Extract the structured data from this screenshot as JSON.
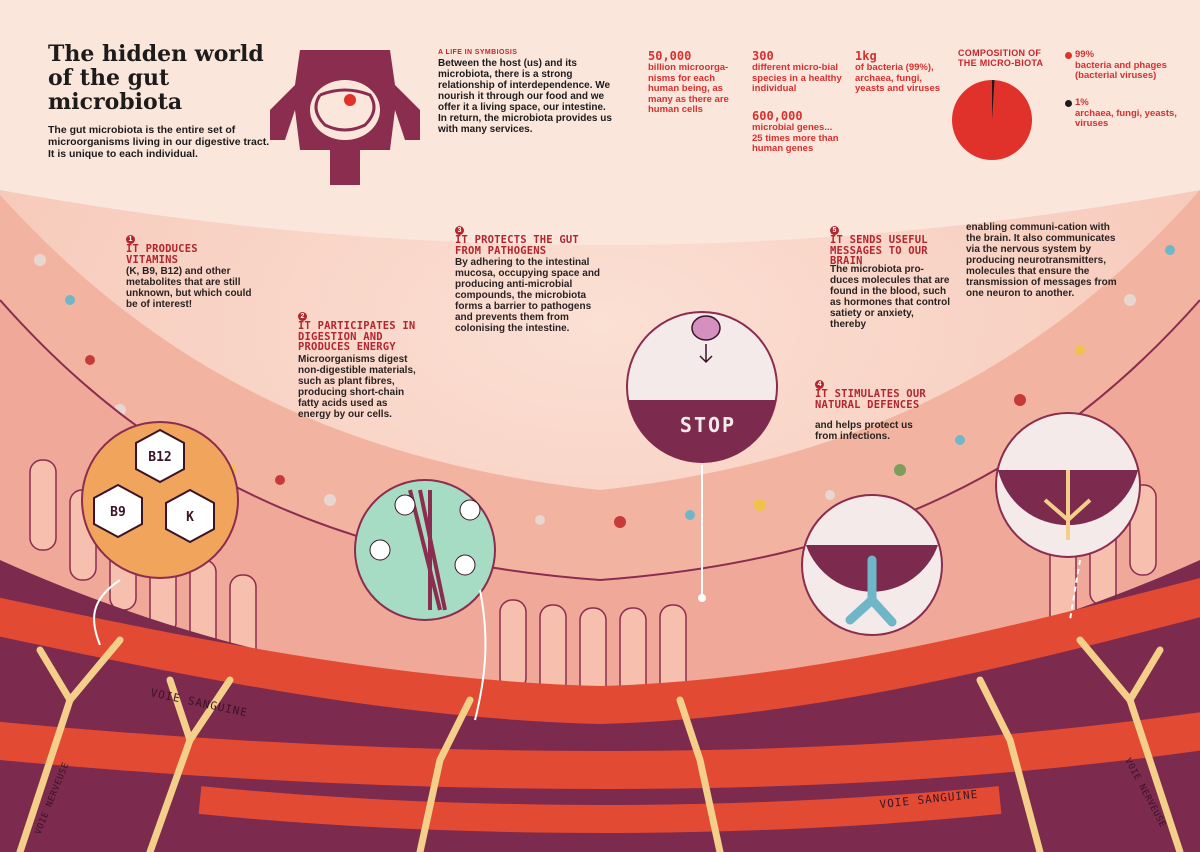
{
  "header": {
    "title": "The hidden world of the gut microbiota",
    "intro": "The gut microbiota is the entire set of microorganisms living in our digestive tract. It is unique to each individual."
  },
  "symbiosis": {
    "label": "A LIFE IN SYMBIOSIS",
    "text": "Between the host (us) and its microbiota, there is a strong relationship of interdependence. We nourish it through our food and we offer it a living space, our intestine. In return, the microbiota provides us with many services."
  },
  "stats": [
    {
      "value": "50,000",
      "text": "billion microorga-nisms for each human being, as many as there are human cells"
    },
    {
      "value": "300",
      "text": "different micro-bial species in a healthy individual"
    },
    {
      "value": "1kg",
      "text": "of bacteria (99%), archaea, fungi, yeasts and viruses"
    },
    {
      "value": "600,000",
      "text": "microbial genes... 25 times more than human genes"
    }
  ],
  "composition": {
    "title": "COMPOSITION OF THE MICRO-BIOTA",
    "legend": [
      {
        "value": "99%",
        "text": "bacteria and phages (bacterial viruses)",
        "color": "#e0322b"
      },
      {
        "value": "1%",
        "text": "archaea, fungi, yeasts, viruses",
        "color": "#1e1b1b"
      }
    ]
  },
  "functions": [
    {
      "number": "1",
      "title": "IT PRODUCES VITAMINS",
      "text": "(K, B9, B12) and other metabolites that are still unknown, but which could be of interest!"
    },
    {
      "number": "2",
      "title": "IT PARTICIPATES IN DIGESTION AND PRODUCES ENERGY",
      "text": "Microorganisms digest non-digestible materials, such as plant fibres, producing short-chain fatty acids used as energy by our cells."
    },
    {
      "number": "3",
      "title": "IT PROTECTS THE GUT FROM PATHOGENS",
      "text": "By adhering to the intestinal mucosa, occupying space and producing anti-microbial compounds, the microbiota forms a barrier to pathogens and prevents them from colonising the intestine."
    },
    {
      "number": "4",
      "title": "IT STIMULATES OUR NATURAL DEFENCES",
      "text": "and helps protect us from infections."
    },
    {
      "number": "5",
      "title": "IT SENDS USEFUL MESSAGES TO OUR BRAIN",
      "text": "The microbiota pro-duces molecules that are found in the blood, such as hormones that control satiety or anxiety, thereby",
      "text_cont": "enabling communi-cation with the brain. It also communicates via the nervous system by producing neurotransmitters, molecules that ensure the transmission of messages from one neuron to another."
    }
  ],
  "vitamins": [
    "B12",
    "B9",
    "K"
  ],
  "stop_label": "STOP",
  "vessel_labels": [
    "VOIE SANGUINE",
    "VOIE SANGUINE"
  ],
  "nerve_labels": [
    "VOIE NERVEUSE",
    "VOIE NERVEUSE"
  ],
  "colors": {
    "background": "#fbe6dc",
    "accent_red": "#d8302f",
    "wall": "#7c2a4d",
    "villi": "#f0a898",
    "vessel": "#e24a33",
    "nerve": "#f3cf8a",
    "vitamin_circle": "#f0a45c",
    "digestion_circle": "#a7dcc4"
  }
}
